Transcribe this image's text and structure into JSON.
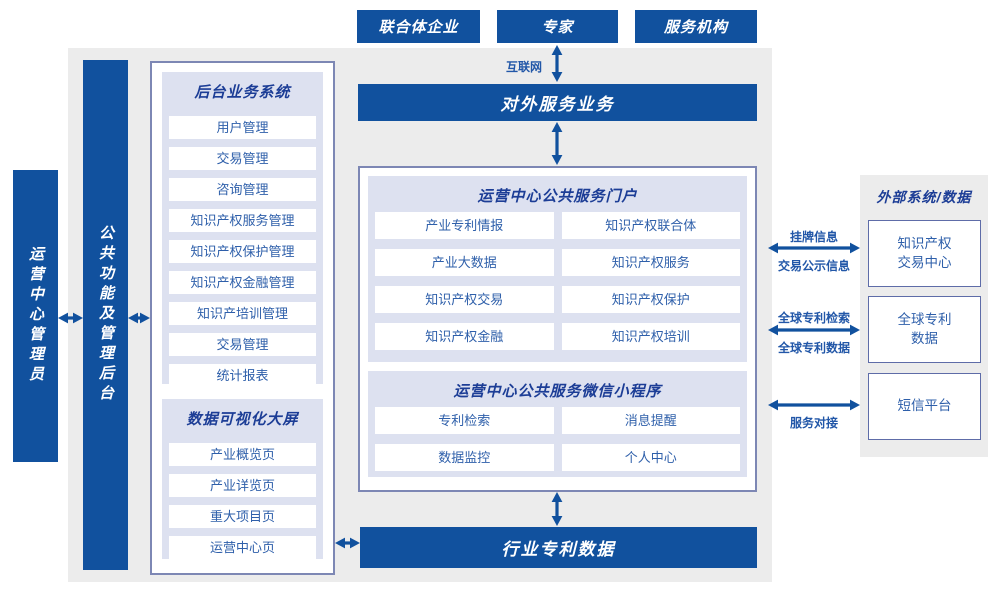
{
  "palette": {
    "primary_blue": "#11519E",
    "title_navy": "#1C3D96",
    "item_blue": "#2E5FAA",
    "label_blue": "#2257A8",
    "panel_lavender": "#DDE1F0",
    "outer_border": "#7D87B4",
    "bg_gray": "#ECECEC"
  },
  "top_actors": [
    "联合体企业",
    "专家",
    "服务机构"
  ],
  "internet_label": "互联网",
  "external_service_bar": "对外服务业务",
  "left_bars": {
    "admin": "运营中心管理员",
    "backend": "公共功能及管理后台"
  },
  "backend_system": {
    "title": "后台业务系统",
    "items": [
      "用户管理",
      "交易管理",
      "咨询管理",
      "知识产权服务管理",
      "知识产权保护管理",
      "知识产权金融管理",
      "知识产培训管理",
      "交易管理",
      "统计报表"
    ]
  },
  "dashboard": {
    "title": "数据可视化大屏",
    "items": [
      "产业概览页",
      "产业详览页",
      "重大项目页",
      "运营中心页"
    ]
  },
  "portal": {
    "title": "运营中心公共服务门户",
    "cells": [
      "产业专利情报",
      "知识产权联合体",
      "产业大数据",
      "知识产权服务",
      "知识产权交易",
      "知识产权保护",
      "知识产权金融",
      "知识产权培训"
    ]
  },
  "miniprogram": {
    "title": "运营中心公共服务微信小程序",
    "cells": [
      "专利检索",
      "消息提醒",
      "数据监控",
      "个人中心"
    ]
  },
  "industry_patent_bar": "行业专利数据",
  "external_panel": {
    "title": "外部系统/数据",
    "systems": [
      {
        "line1": "知识产权",
        "line2": "交易中心"
      },
      {
        "line1": "全球专利",
        "line2": "数据"
      },
      {
        "line1": "短信平台",
        "line2": ""
      }
    ]
  },
  "link_labels": {
    "listing": "挂牌信息",
    "trade_publicity": "交易公示信息",
    "global_search": "全球专利检索",
    "global_data": "全球专利数据",
    "service_connect": "服务对接"
  }
}
